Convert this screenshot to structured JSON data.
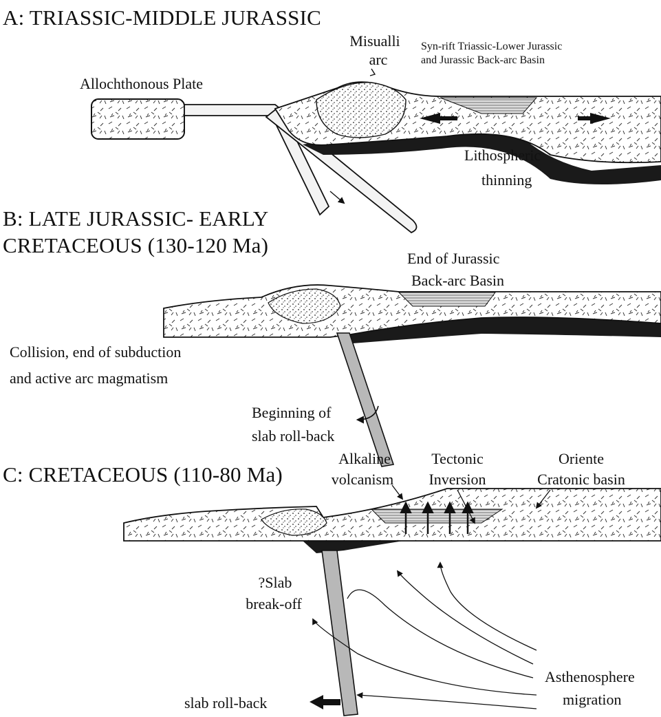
{
  "panels": {
    "a": {
      "title": "A: TRIASSIC-MIDDLE JURASSIC",
      "labels": {
        "misualli_1": "Misualli",
        "misualli_2": "arc",
        "synrift_1": "Syn-rift Triassic-Lower Jurassic",
        "synrift_2": "and Jurassic Back-arc Basin",
        "allochthonous": "Allochthonous Plate",
        "litho_1": "Lithospheric",
        "litho_2": "thinning"
      }
    },
    "b": {
      "title_1": "B: LATE JURASSIC- EARLY",
      "title_2": "CRETACEOUS (130-120 Ma)",
      "labels": {
        "end_1": "End of Jurassic",
        "end_2": "Back-arc Basin",
        "collision_1": "Collision, end of subduction",
        "collision_2": "and active arc magmatism",
        "begin_1": "Beginning of",
        "begin_2": "slab roll-back"
      }
    },
    "c": {
      "title": "C: CRETACEOUS (110-80 Ma)",
      "labels": {
        "alk_1": "Alkaline",
        "alk_2": "volcanism",
        "tect_1": "Tectonic",
        "tect_2": "Inversion",
        "ori_1": "Oriente",
        "ori_2": "Cratonic basin",
        "slab_1": "?Slab",
        "slab_2": "break-off",
        "astheno_1": "Asthenosphere",
        "astheno_2": "migration",
        "rollback": "slab roll-back"
      }
    }
  },
  "colors": {
    "ink": "#111111",
    "mantle_black": "#1a1a1a",
    "slab_gray": "#b8b8b8",
    "basin_gray": "#9a9a9a",
    "paper": "#ffffff"
  }
}
